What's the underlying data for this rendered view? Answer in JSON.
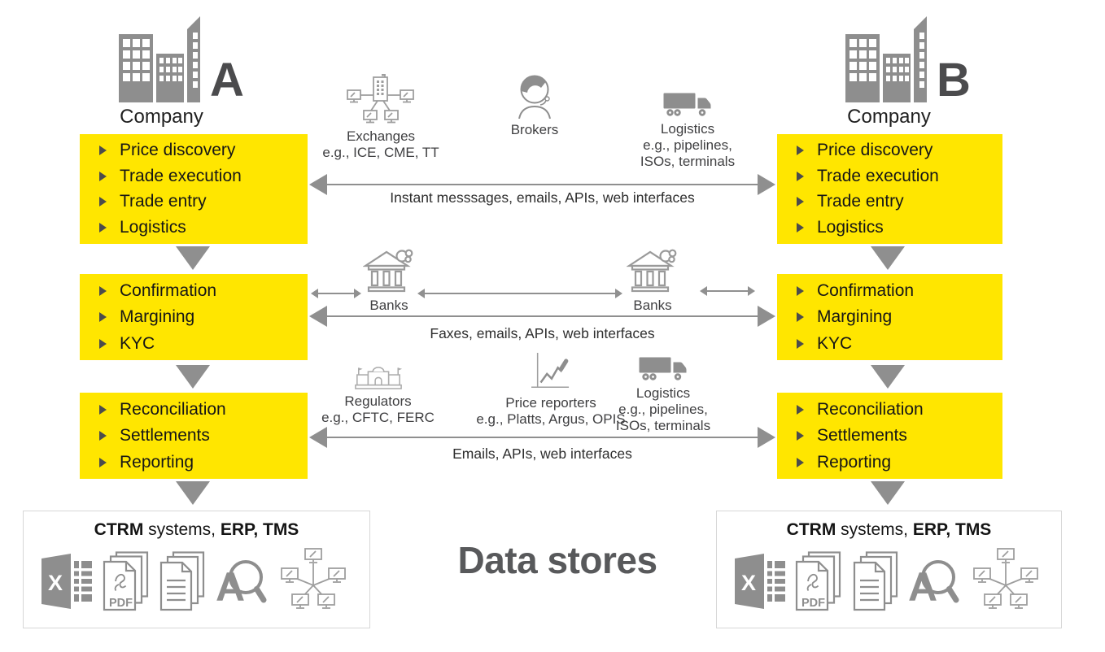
{
  "companies": {
    "a": {
      "letter": "A",
      "label": "Company"
    },
    "b": {
      "letter": "B",
      "label": "Company"
    }
  },
  "process": {
    "left": {
      "box1": {
        "i0": "Price discovery",
        "i1": "Trade execution",
        "i2": "Trade entry",
        "i3": "Logistics"
      },
      "box2": {
        "i0": "Confirmation",
        "i1": "Margining",
        "i2": "KYC"
      },
      "box3": {
        "i0": "Reconciliation",
        "i1": "Settlements",
        "i2": "Reporting"
      }
    },
    "right": {
      "box1": {
        "i0": "Price discovery",
        "i1": "Trade execution",
        "i2": "Trade entry",
        "i3": "Logistics"
      },
      "box2": {
        "i0": "Confirmation",
        "i1": "Margining",
        "i2": "KYC"
      },
      "box3": {
        "i0": "Reconciliation",
        "i1": "Settlements",
        "i2": "Reporting"
      }
    }
  },
  "mid": {
    "row1": {
      "exchanges": {
        "label": "Exchanges",
        "sub": "e.g., ICE, CME, TT"
      },
      "brokers": {
        "label": "Brokers"
      },
      "logistics": {
        "label": "Logistics",
        "sub1": "e.g., pipelines,",
        "sub2": "ISOs, terminals"
      },
      "channel": "Instant messsages, emails, APIs, web interfaces"
    },
    "row2": {
      "bank_left": "Banks",
      "bank_right": "Banks",
      "channel": "Faxes, emails, APIs, web interfaces"
    },
    "row3": {
      "regulators": {
        "label": "Regulators",
        "sub": "e.g., CFTC, FERC"
      },
      "price_reporters": {
        "label": "Price reporters",
        "sub": "e.g., Platts, Argus, OPIS"
      },
      "logistics": {
        "label": "Logistics",
        "sub1": "e.g., pipelines,",
        "sub2": "ISOs, terminals"
      },
      "channel": "Emails, APIs, web interfaces"
    }
  },
  "datastores": {
    "heading": "Data stores",
    "title_bold1": "CTRM",
    "title_normal": " systems, ",
    "title_bold2": "ERP, TMS",
    "excel_letter": "X",
    "pdf_label": "PDF",
    "search_letter": "A"
  },
  "colors": {
    "accent_yellow": "#FFE600",
    "icon_gray": "#8e8e8e",
    "text_dark": "#161616"
  },
  "icon_names": [
    "buildings-icon",
    "exchange-network-icon",
    "broker-headset-icon",
    "truck-icon",
    "bank-icon",
    "government-building-icon",
    "price-chart-icon",
    "excel-icon",
    "pdf-document-icon",
    "documents-icon",
    "search-letter-icon",
    "computer-network-icon"
  ]
}
